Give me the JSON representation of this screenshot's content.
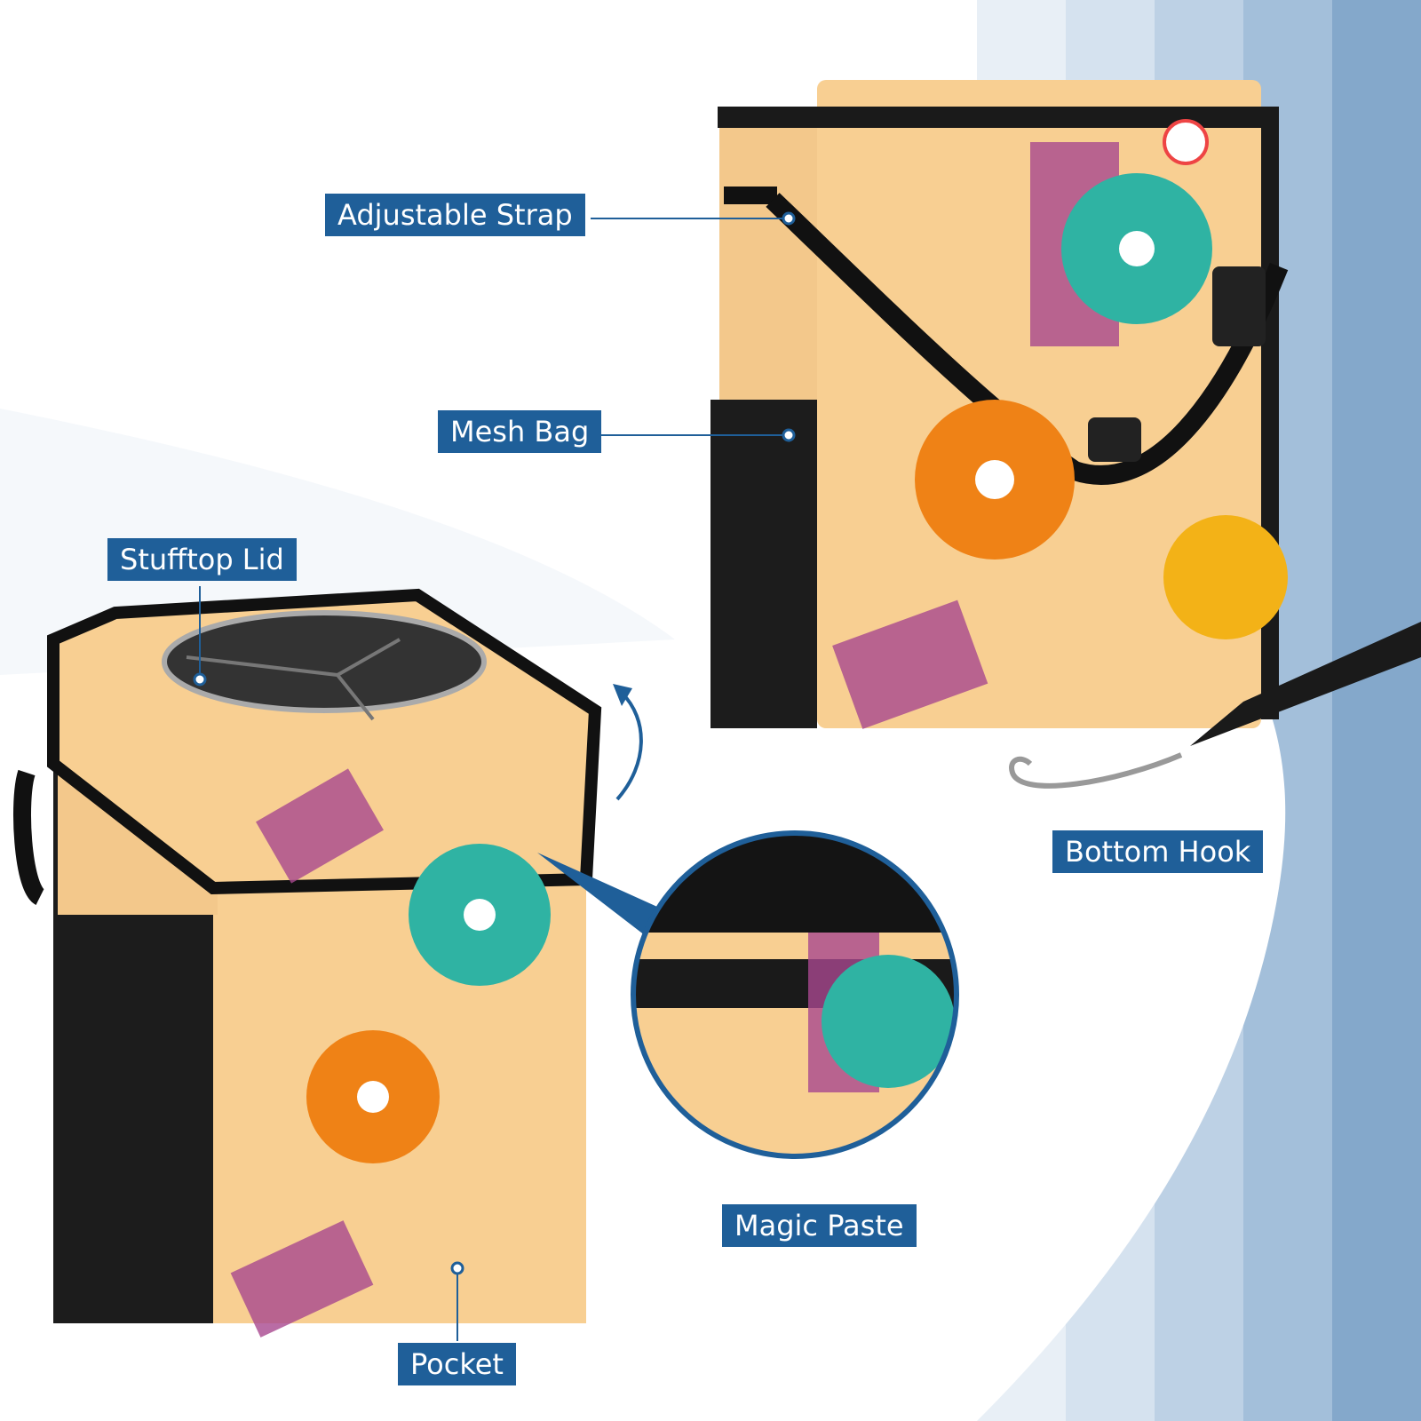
{
  "labels": {
    "adjustable_strap": "Adjustable Strap",
    "mesh_bag": "Mesh Bag",
    "stufftop_lid": "Stufftop Lid",
    "bottom_hook": "Bottom Hook",
    "magic_paste": "Magic Paste",
    "pocket": "Pocket"
  },
  "colors": {
    "label_bg": "#1f5f99",
    "fabric": "#f8cf92",
    "black": "#1a1a1a",
    "stripe_blue": "#8fb3d3"
  }
}
